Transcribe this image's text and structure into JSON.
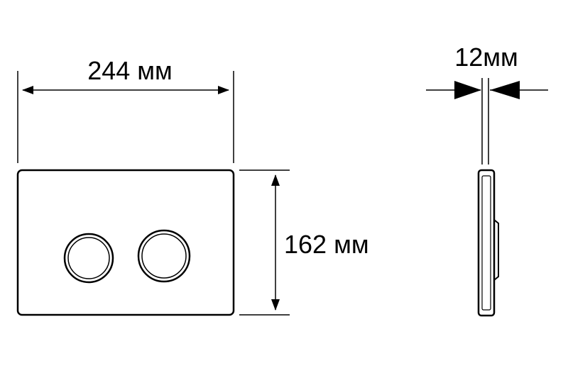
{
  "dimensions": {
    "width_label": "244 мм",
    "height_label": "162 мм",
    "thickness_label": "12мм"
  },
  "colors": {
    "line": "#000000",
    "background": "#ffffff"
  }
}
